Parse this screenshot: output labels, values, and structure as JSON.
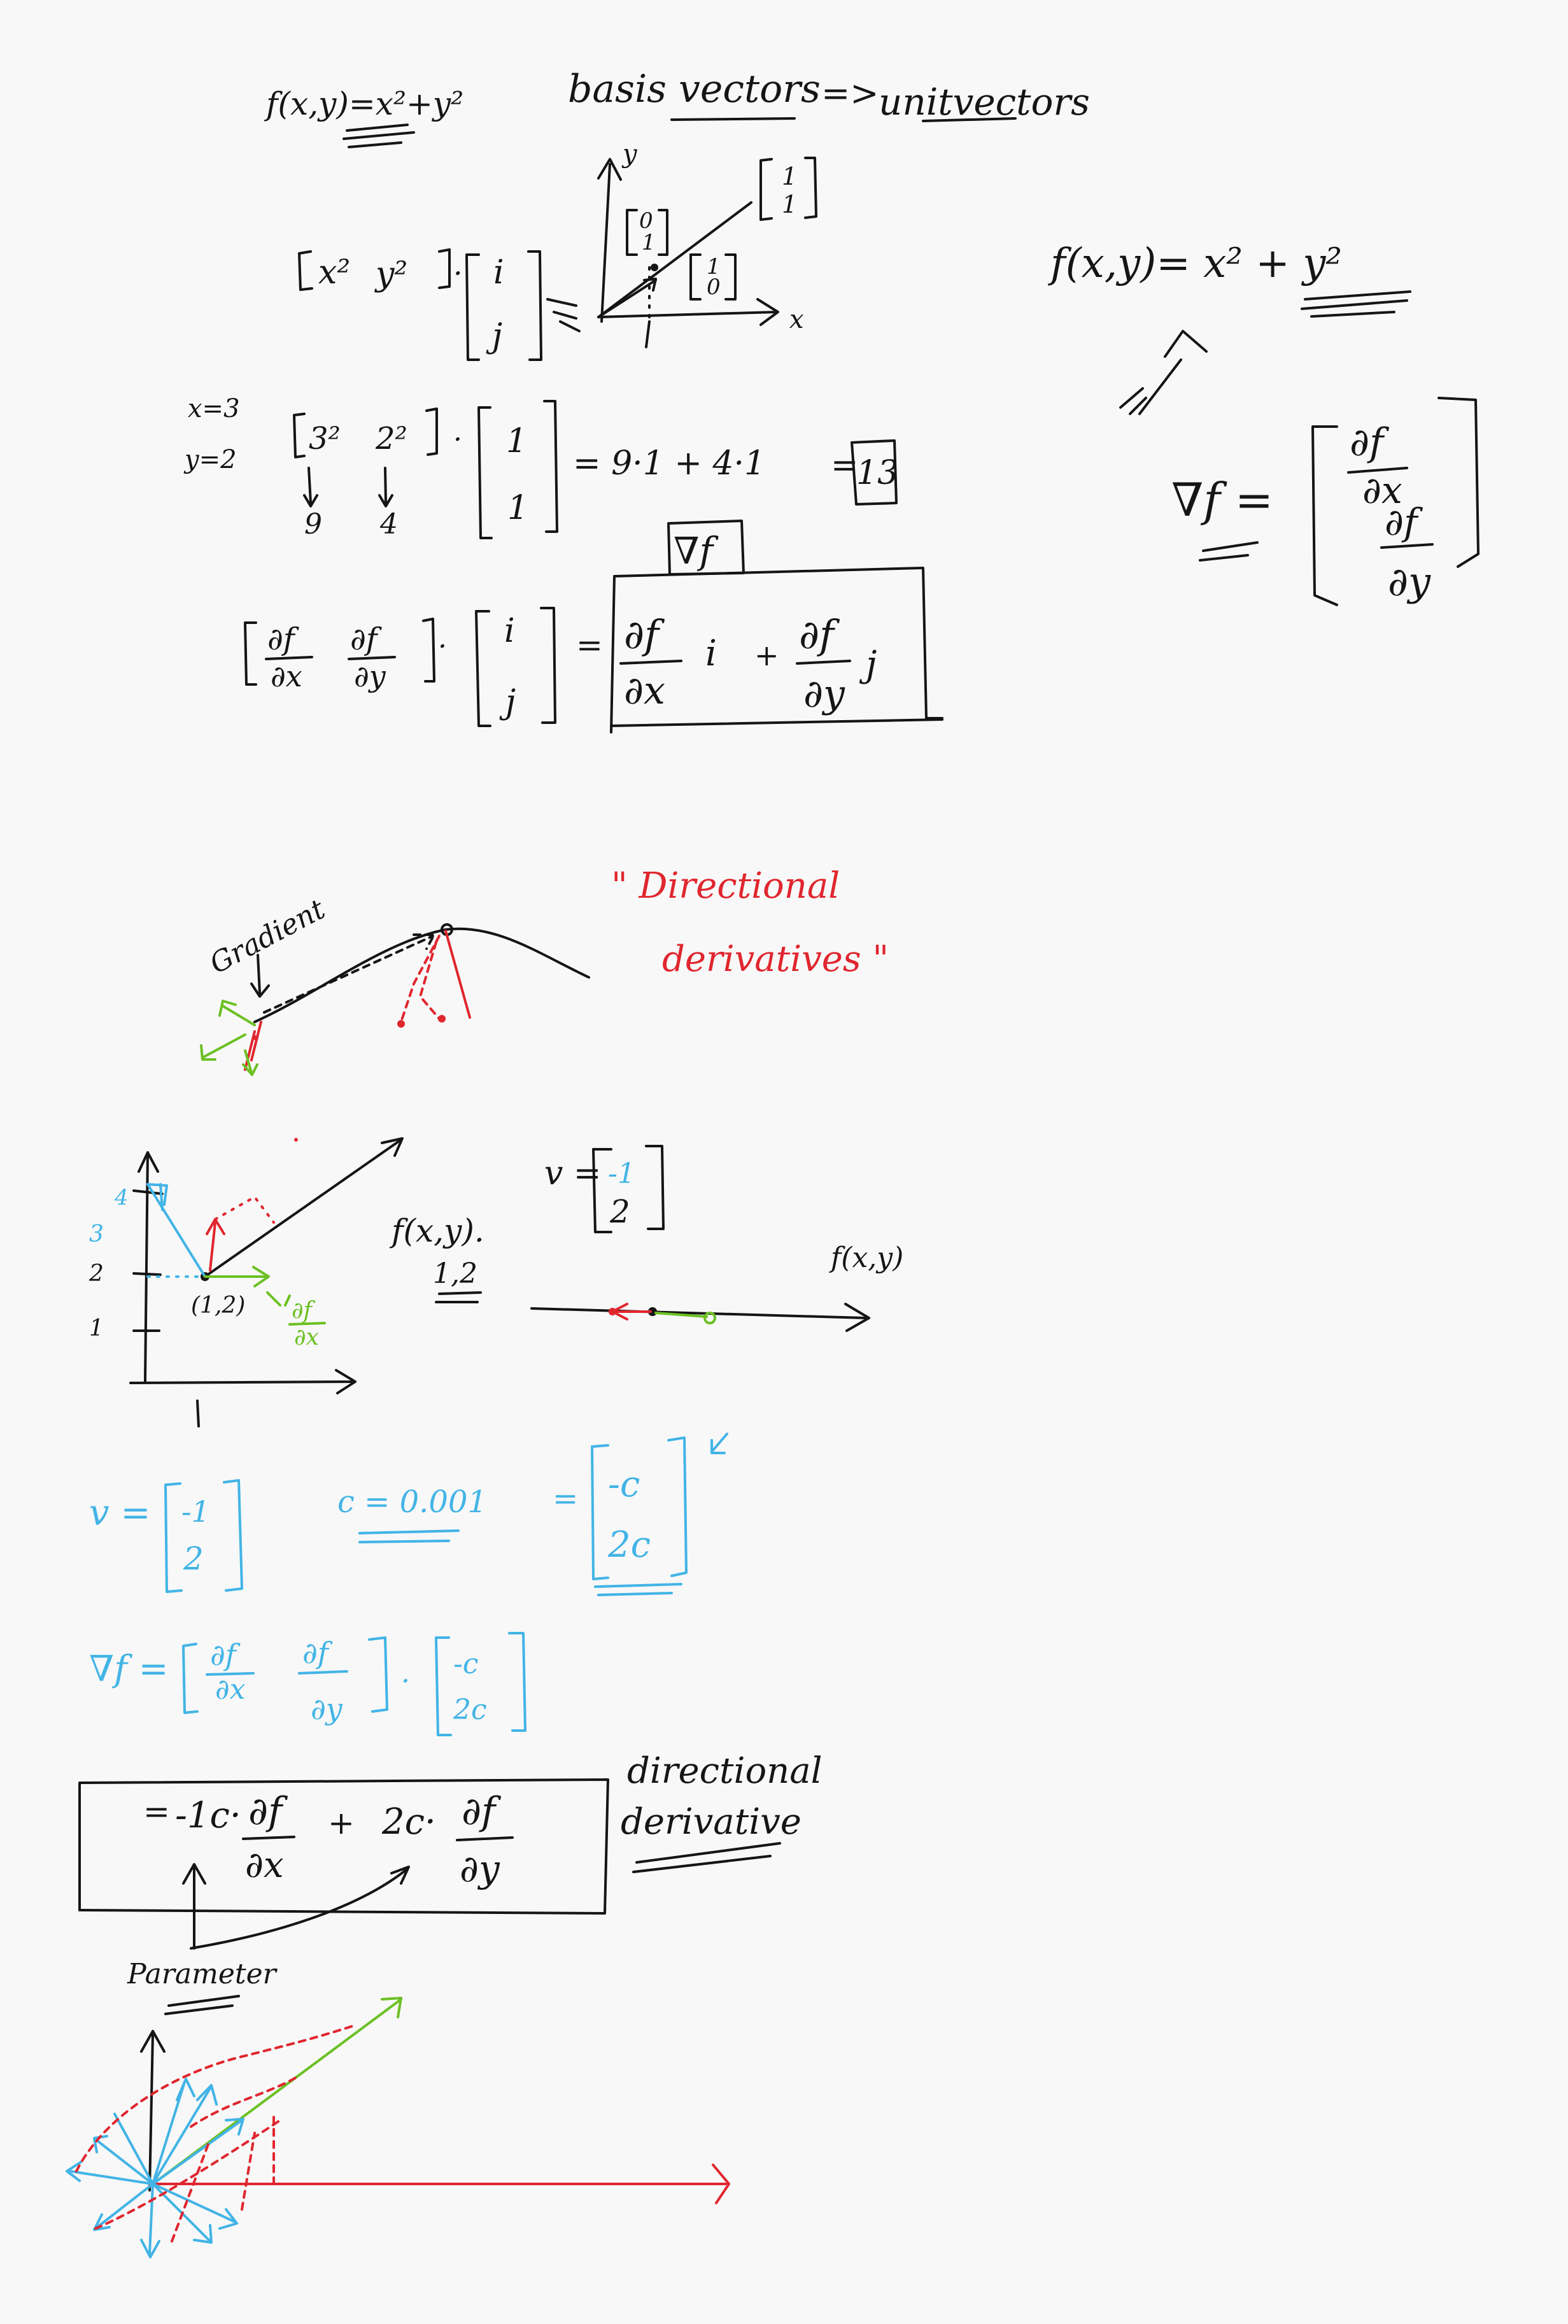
{
  "notes": {
    "header_left": "f(x,y)=x²+y²",
    "header_basis": "basis vectors",
    "header_arrow": "=>",
    "header_unit": "unitvectors",
    "axis_x": "x",
    "axis_y": "y",
    "vec_01": [
      "0",
      "1"
    ],
    "vec_10": [
      "1",
      "0"
    ],
    "vec_11": [
      "1",
      "1"
    ],
    "row_vec_x": "x²",
    "row_vec_y": "y²",
    "col_unit_i": "i",
    "col_unit_j": "j",
    "right_fxy": "f(x,y)= x² + y²",
    "right_nabla_f": "∇f =",
    "right_grad_top": "∂f",
    "right_grad_top_den": "∂x",
    "right_grad_bot": "∂f",
    "right_grad_bot_den": "∂y",
    "x_eq": "x=3",
    "y_eq": "y=2",
    "num_row_x": "3²",
    "num_row_y": "2²",
    "num_row_x_val": "9",
    "num_row_y_val": "4",
    "num_col_top": "1",
    "num_col_bot": "1",
    "num_result": "= 9·1 + 4·1",
    "num_eq_sign": "=",
    "num_result_boxed": "13",
    "nabla_label": "∇f",
    "grad_row_a_num": "∂f",
    "grad_row_a_den": "∂x",
    "grad_row_b_num": "∂f",
    "grad_row_b_den": "∂y",
    "grad_col_i": "i",
    "grad_col_j": "j",
    "grad_box_eq": "=",
    "grad_box_term1_num": "∂f",
    "grad_box_term1_den": "∂x",
    "grad_box_term1_unit": "i",
    "grad_box_plus": "+",
    "grad_box_term2_num": "∂f",
    "grad_box_term2_den": "∂y",
    "grad_box_term2_unit": "j",
    "gradient_label": "Gradient",
    "dd_title_line1": "\" Directional",
    "dd_title_line2": "derivatives \"",
    "y_tick_4": "4",
    "y_tick_3": "3",
    "y_tick_2": "2",
    "y_tick_1": "1",
    "point_label": "(1,2)",
    "green_partial_num": "∂f",
    "green_partial_den": "∂x",
    "f_at": "f(x,y).",
    "f_at_point": "1,2",
    "v_label": "v =",
    "v_top": "-1",
    "v_bot": "2",
    "numberline_label": "f(x,y)",
    "blue_v_label": "v =",
    "blue_v_top": "-1",
    "blue_v_bot": "2",
    "blue_c_eq": "c = 0.001",
    "blue_eq_sign": "=",
    "blue_vec_top": "-c",
    "blue_vec_bot": "2c",
    "blue_nabla": "∇f =",
    "blue_row_a_num": "∂f",
    "blue_row_a_den": "∂x",
    "blue_row_b_num": "∂f",
    "blue_row_b_den": "∂y",
    "blue_col_top": "-c",
    "blue_col_bot": "2c",
    "box_eq": "=",
    "box_term1_coef": "-1c·",
    "box_term1_num": "∂f",
    "box_term1_den": "∂x",
    "box_plus": "+",
    "box_term2_coef": "2c·",
    "box_term2_num": "∂f",
    "box_term2_den": "∂y",
    "dd_label_line1": "directional",
    "dd_label_line2": "derivative",
    "parameter_label": "Parameter"
  },
  "colors": {
    "background": "#f8f8f8",
    "ink_black": "#151515",
    "ink_blue": "#42b4e6",
    "ink_red": "#e0262e",
    "ink_green": "#6cc024"
  }
}
